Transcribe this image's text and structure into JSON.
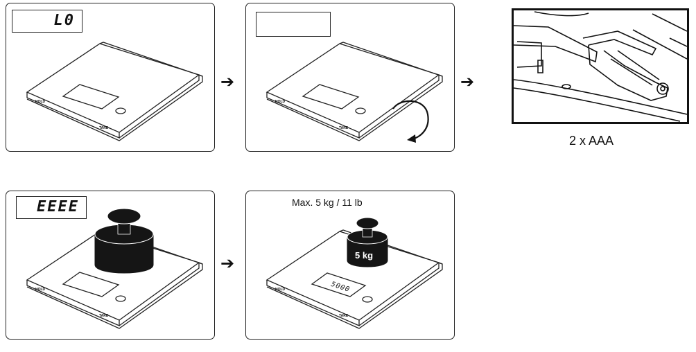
{
  "panels": [
    {
      "display_text": "L0",
      "hold_label": "HOLD",
      "tare_label": "TARE"
    },
    {
      "display_text": "",
      "hold_label": "HOLD",
      "tare_label": "TARE"
    },
    {
      "caption": "2 x AAA"
    },
    {
      "display_text": "EEEE",
      "hold_label": "HOLD",
      "tare_label": "TARE"
    },
    {
      "max_label": "Max. 5 kg / 11 lb",
      "weight_label": "5 kg",
      "scale_display": "5000",
      "hold_label": "HOLD",
      "tare_label": "TARE"
    }
  ],
  "arrow_glyph": "➔",
  "icons": [
    "arrow-right-icon",
    "rotate-arrow-icon",
    "battery-icon",
    "weight-icon"
  ],
  "colors": {
    "line": "#222222",
    "weight_fill": "#151515",
    "background": "#ffffff"
  }
}
